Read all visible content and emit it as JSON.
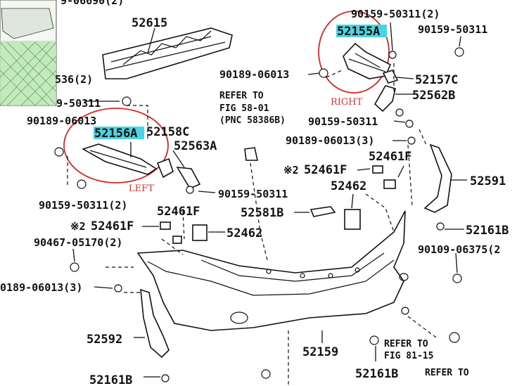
{
  "diagram": {
    "parts": {
      "p52615": "52615",
      "p52155A": "52155A",
      "p90159_50311_2_top": "90159-50311(2)",
      "p90159_50311_topright": "90159-50311",
      "p52157C": "52157C",
      "p90189_06013_top": "90189-06013",
      "p536_2": "536(2)",
      "p52562B": "52562B",
      "p9_50311_left": "9-50311",
      "p90189_06013_left_cut": "90189-06013",
      "p52156A": "52156A",
      "p52158C": "52158C",
      "p52563A": "52563A",
      "p90159_50311_mid": "90159-50311",
      "p90189_06013_3_top": "90189-06013(3)",
      "p52461F_right": "52461F",
      "p52591": "52591",
      "p52461F_mark2": "52461F",
      "p52462_right": "52462",
      "p52581B": "52581B",
      "p90159_50311_2_left": "90159-50311(2)",
      "p52461F_left": "52461F",
      "p52461F_left_mark": "52461F",
      "p52462_left": "52462",
      "p52161B_right": "52161B",
      "p90467_05170_2": "90467-05170(2)",
      "p90109_06375_2": "90109-06375(2",
      "p0189_06013_3": "0189-06013(3)",
      "p52592": "52592",
      "p52159": "52159",
      "p52161B_bottom": "52161B",
      "p52161B_bottomleft": "52161B",
      "p90189_06690_top": "9-06690(2)"
    },
    "marks": {
      "note_mark_1": "※2",
      "note_mark_2": "※2"
    },
    "refs": {
      "refer_to_1": "REFER TO",
      "fig_58_01": "FIG 58-01",
      "pnc_58386B": "(PNC 58386B)",
      "refer_to_2": "REFER TO",
      "fig_81_15": "FIG 81-15",
      "refer_to_3": "REFER TO"
    },
    "sides": {
      "right": "RIGHT",
      "left": "LEFT"
    }
  }
}
